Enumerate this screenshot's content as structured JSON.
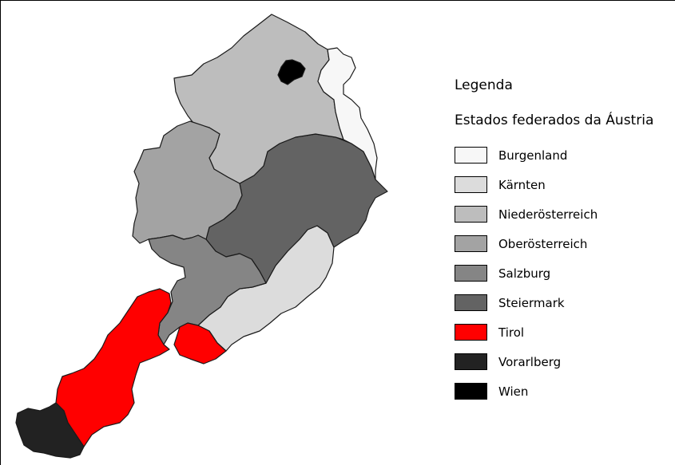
{
  "legend": {
    "title": "Legenda",
    "subtitle": "Estados federados da Áustria",
    "items": [
      {
        "id": "burgenland",
        "label": "Burgenland",
        "color": "#f7f7f7"
      },
      {
        "id": "kaernten",
        "label": "Kärnten",
        "color": "#dcdcdc"
      },
      {
        "id": "niederoesterreich",
        "label": "Niederösterreich",
        "color": "#bdbdbd"
      },
      {
        "id": "oberoesterreich",
        "label": "Oberösterreich",
        "color": "#a3a3a3"
      },
      {
        "id": "salzburg",
        "label": "Salzburg",
        "color": "#858585"
      },
      {
        "id": "steiermark",
        "label": "Steiermark",
        "color": "#636363"
      },
      {
        "id": "tirol",
        "label": "Tirol",
        "color": "#ff0000"
      },
      {
        "id": "vorarlberg",
        "label": "Vorarlberg",
        "color": "#222222"
      },
      {
        "id": "wien",
        "label": "Wien",
        "color": "#000000"
      }
    ]
  }
}
